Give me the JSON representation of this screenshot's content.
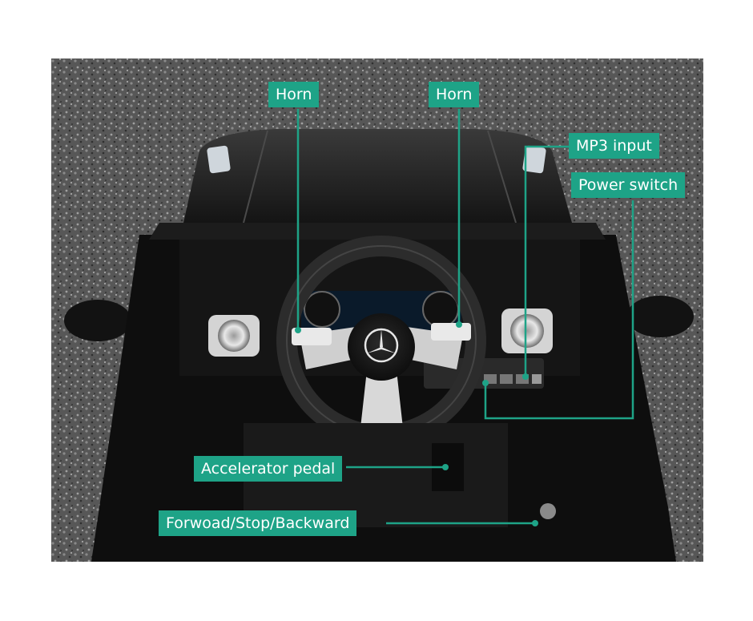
{
  "image": {
    "subject": "top view of a black ride-on toy car dashboard with labeled controls",
    "accent_color": "#1ea387"
  },
  "callouts": {
    "horn_left": "Horn",
    "horn_right": "Horn",
    "mp3_input": "MP3 input",
    "power_switch": "Power switch",
    "accelerator_pedal": "Accelerator pedal",
    "direction_switch": "Forwoad/Stop/Backward"
  }
}
